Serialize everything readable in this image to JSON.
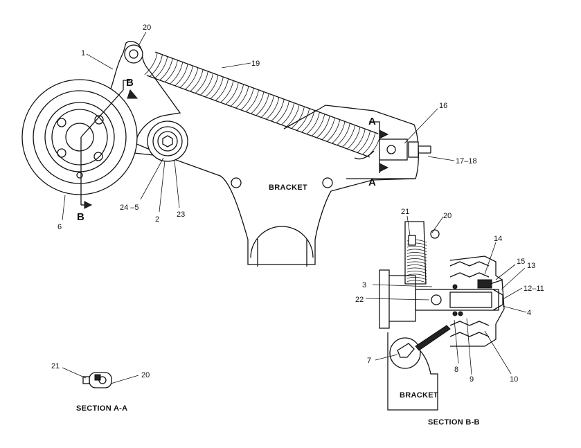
{
  "bracket_text": "BRACKET",
  "section_a_title": "SECTION A-A",
  "section_b_title": "SECTION B-B",
  "section_letters": {
    "b_top": "B",
    "b_bottom": "B",
    "a_top": "A",
    "a_bottom": "A"
  },
  "callouts": {
    "c1": "1",
    "c2": "2",
    "c3": "3",
    "c4": "4",
    "c6": "6",
    "c7": "7",
    "c8": "8",
    "c9": "9",
    "c10": "10",
    "c12_11": "12–11",
    "c13": "13",
    "c14": "14",
    "c15": "15",
    "c16": "16",
    "c17_18": "17–18",
    "c19": "19",
    "c20_main": "20",
    "c20_secb": "20",
    "c20_seca": "20",
    "c21_secb": "21",
    "c21_seca": "21",
    "c22": "22",
    "c23": "23",
    "c24_5": "24 –5"
  }
}
